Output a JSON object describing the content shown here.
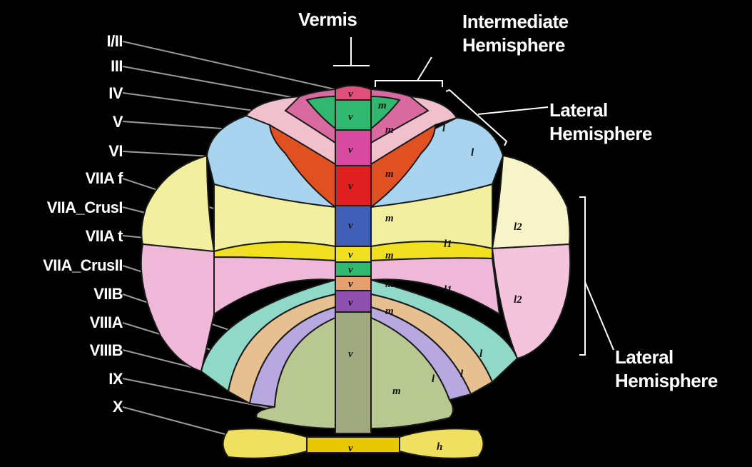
{
  "header": {
    "vermis": "Vermis",
    "intermediate_line1": "Intermediate",
    "intermediate_line2": "Hemisphere",
    "lateral_upper_line1": "Lateral",
    "lateral_upper_line2": "Hemisphere",
    "lateral_lower_line1": "Lateral",
    "lateral_lower_line2": "Hemisphere"
  },
  "lobules": [
    {
      "label": "I/II"
    },
    {
      "label": "III"
    },
    {
      "label": "IV"
    },
    {
      "label": "V"
    },
    {
      "label": "VI"
    },
    {
      "label": "VIIA f"
    },
    {
      "label": "VIIA_CrusI"
    },
    {
      "label": "VIIA t"
    },
    {
      "label": "VIIA_CrusII"
    },
    {
      "label": "VIIB"
    },
    {
      "label": "VIIIA"
    },
    {
      "label": "VIIIB"
    },
    {
      "label": "IX"
    },
    {
      "label": "X"
    }
  ],
  "zone_letters": {
    "v": "v",
    "m": "m",
    "l": "l",
    "l1": "l1",
    "l2": "l2",
    "h": "h"
  },
  "colors": {
    "background": "#000000",
    "outline": "#1a1a1a",
    "I_II": "#e0507a",
    "III": "#30b870",
    "IV": "#d86aa0",
    "V": "#f0c0cc",
    "VI": "#a8d4f0",
    "VI_vermis": "#e05020",
    "VIIA_f": "#e02020",
    "VIIA_CrusI_vermis": "#4060b8",
    "VIIA_CrusI": "#f2f0a0",
    "VIIA_CrusI_l2": "#f6f4c8",
    "VIIA_t": "#f0e020",
    "VIIA_CrusII": "#f0b8d8",
    "VIIA_CrusII_l2": "#f4c4dc",
    "VIIB": "#90d8c8",
    "VIIIA": "#e6c090",
    "VIIIB": "#b8a8e0",
    "IX": "#b8c890",
    "X": "#f0e060",
    "X_vermis": "#e8c800"
  }
}
